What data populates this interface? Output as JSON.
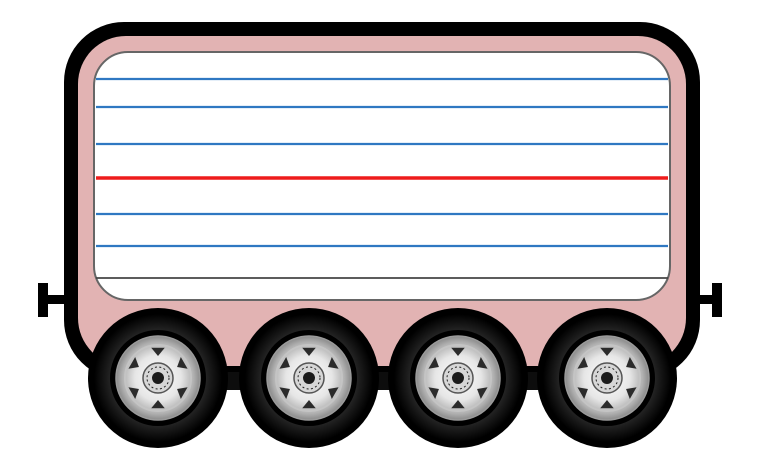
{
  "illustration": {
    "subject": "train-wagon",
    "icons": [
      "wagon-body",
      "lined-writing-panel",
      "wheel",
      "coupler"
    ],
    "colors": {
      "outline": "#000000",
      "wagon_body": "#e2b3b3",
      "panel_fill": "#ffffff",
      "panel_border": "#666666",
      "rule_line": "#2f78c2",
      "mid_line": "#ee1c1c",
      "base_line": "#444444",
      "tire": "#0d0d0d",
      "rim_light": "#e6e6e6",
      "rim_dark": "#9a9a9a",
      "hub": "#1a1a1a"
    },
    "writing_panel": {
      "line_count": 7,
      "red_line_index": 3
    },
    "wheel_count": 4,
    "coupler_count": 2
  }
}
